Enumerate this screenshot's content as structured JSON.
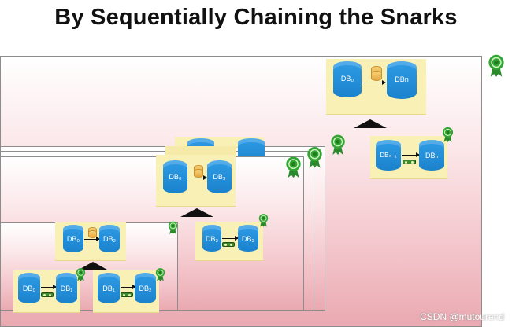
{
  "title": "By Sequentially Chaining the Snarks",
  "watermark": "CSDN @mutourend",
  "colors": {
    "database": "#2089d6",
    "proof_box": "#f8f0b4",
    "snark": "#3d8a2a",
    "badge": "#2c9a2c",
    "frame_gradient_bottom": "#eaa9b1"
  },
  "databases": {
    "top_left": "DB₀",
    "top_right": "DBn",
    "top_snark_left": "DBₙ₋₁",
    "top_snark_right": "DBₙ",
    "l3_left": "DB₀",
    "l3_right": "DB₃",
    "l2_snark_left": "DB₂",
    "l2_snark_right": "DB₃",
    "l2_left": "DB₀",
    "l2_right": "DB₂",
    "l1a_left": "DB₀",
    "l1a_right": "DB₁",
    "l1b_left": "DB₁",
    "l1b_right": "DB₂"
  }
}
